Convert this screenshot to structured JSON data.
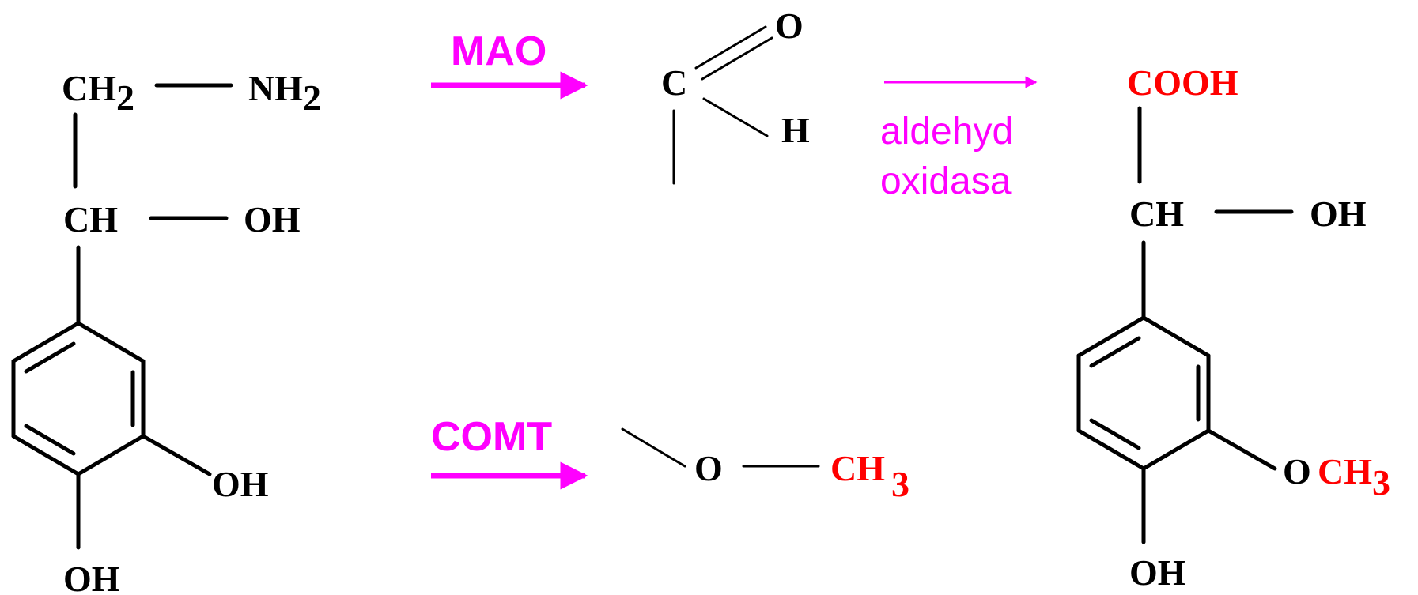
{
  "colors": {
    "bond": "#000000",
    "atom": "#000000",
    "highlight": "#ff0000",
    "enzyme": "#ff00ff"
  },
  "substrate": {
    "ch2": "CH",
    "ch2_sub": "2",
    "nh2": "NH",
    "nh2_sub": "2",
    "ch": "CH",
    "oh_side": "OH",
    "oh_ring_meta": "OH",
    "oh_ring_para": "OH"
  },
  "reactions": {
    "mao_label": "MAO",
    "oxidase_line1": "aldehyd",
    "oxidase_line2": "oxidasa",
    "comt_label": "COMT"
  },
  "aldehyde_fragment": {
    "c": "C",
    "o": "O",
    "h": "H"
  },
  "methoxy_fragment": {
    "o": "O",
    "ch": "CH",
    "sub": "3"
  },
  "product": {
    "cooh": "COOH",
    "ch": "CH",
    "oh_side": "OH",
    "o": "O",
    "ch3": "CH",
    "ch3_sub": "3",
    "oh_ring_para": "OH"
  }
}
